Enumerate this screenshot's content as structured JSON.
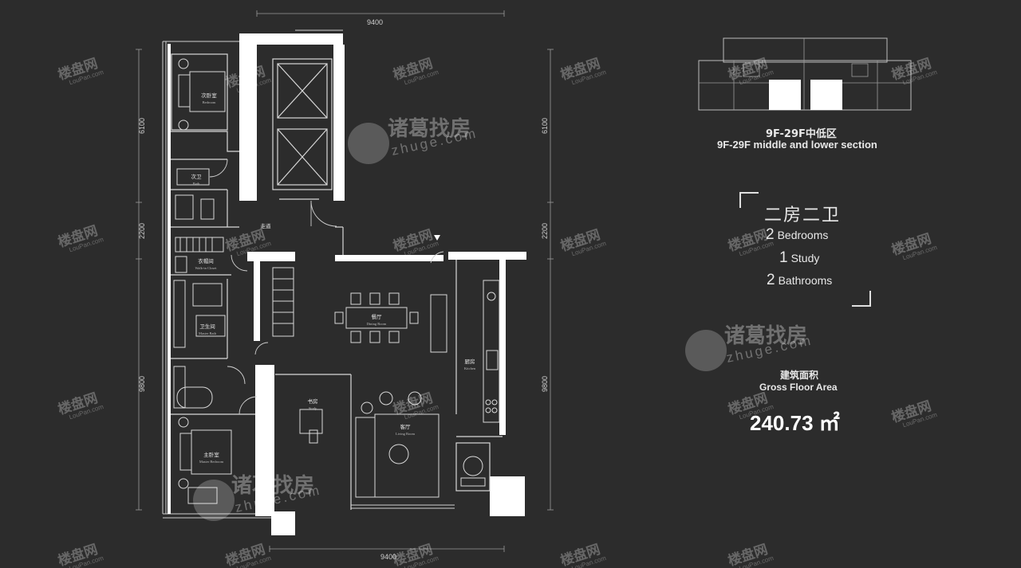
{
  "floor_section": {
    "label_cn": "9F-29F中低区",
    "label_en": "9F-29F middle and lower section"
  },
  "layout": {
    "title": "二房二卫",
    "bedrooms": {
      "count": "2",
      "label": "Bedrooms"
    },
    "study": {
      "count": "1",
      "label": "Study"
    },
    "bathrooms": {
      "count": "2",
      "label": "Bathrooms"
    }
  },
  "gross_floor_area": {
    "label_cn": "建筑面积",
    "label_en": "Gross Floor Area",
    "value": "240.73 ㎡"
  },
  "dimensions": {
    "top_width": "9400",
    "bottom_width": "9400",
    "left_top": "6100",
    "left_mid": "2200",
    "left_bottom": "9800",
    "right_top": "6100",
    "right_mid": "2200",
    "right_bottom": "9800"
  },
  "rooms": {
    "second_bedroom": {
      "cn": "次卧室",
      "en": "Bedroom"
    },
    "second_bath": {
      "cn": "次卫",
      "en": "Bath"
    },
    "corridor": {
      "cn": "走道",
      "en": ""
    },
    "walk_in_closet": {
      "cn": "衣帽间",
      "en": "Walk-in Closet"
    },
    "master_bath": {
      "cn": "卫生间",
      "en": "Master Bath"
    },
    "master_bedroom": {
      "cn": "主卧室",
      "en": "Master Bedroom"
    },
    "study": {
      "cn": "书房",
      "en": "Study"
    },
    "dining_room": {
      "cn": "餐厅",
      "en": "Dining Room"
    },
    "living_room": {
      "cn": "客厅",
      "en": "Living Room"
    },
    "kitchen": {
      "cn": "厨房",
      "en": "Kitchen"
    }
  },
  "watermarks": {
    "zhuge_cn": "诸葛找房",
    "zhuge_en": "zhuge.com",
    "loupan_cn": "楼盘网",
    "loupan_en": "LouPan.com"
  },
  "colors": {
    "background": "#2c2c2c",
    "wall": "#ffffff",
    "line": "#d8d8d8"
  }
}
